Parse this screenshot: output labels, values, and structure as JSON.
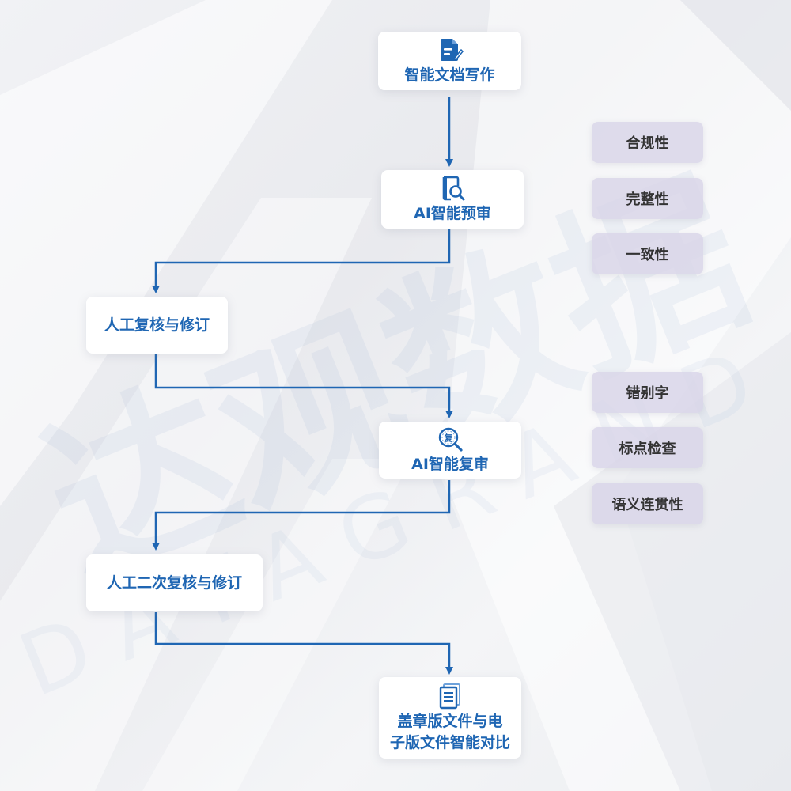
{
  "watermark": {
    "text": "达观数据",
    "sub_text": "DATAGRAND"
  },
  "colors": {
    "accent": "#1f66b3",
    "node_bg": "#ffffff",
    "tag_bg": "#d8d4e8",
    "tag_text": "#333333"
  },
  "flow": {
    "nodes": [
      {
        "id": "writing",
        "icon": "document-edit-icon",
        "label": "智能文档写作"
      },
      {
        "id": "ai-pre-review",
        "icon": "document-search-icon",
        "label": "AI智能预审"
      },
      {
        "id": "manual-review",
        "icon": "",
        "label": "人工复核与修订"
      },
      {
        "id": "ai-re-review",
        "icon": "magnifier-review-icon",
        "label": "AI智能复审"
      },
      {
        "id": "manual-second-review",
        "icon": "",
        "label": "人工二次复核与修订"
      },
      {
        "id": "compare",
        "icon": "document-list-icon",
        "label_lines": [
          "盖章版文件与电",
          "子版文件智能对比"
        ]
      }
    ]
  },
  "tags": {
    "group_1": [
      "合规性",
      "完整性",
      "一致性"
    ],
    "group_2": [
      "错别字",
      "标点检查",
      "语义连贯性"
    ]
  }
}
